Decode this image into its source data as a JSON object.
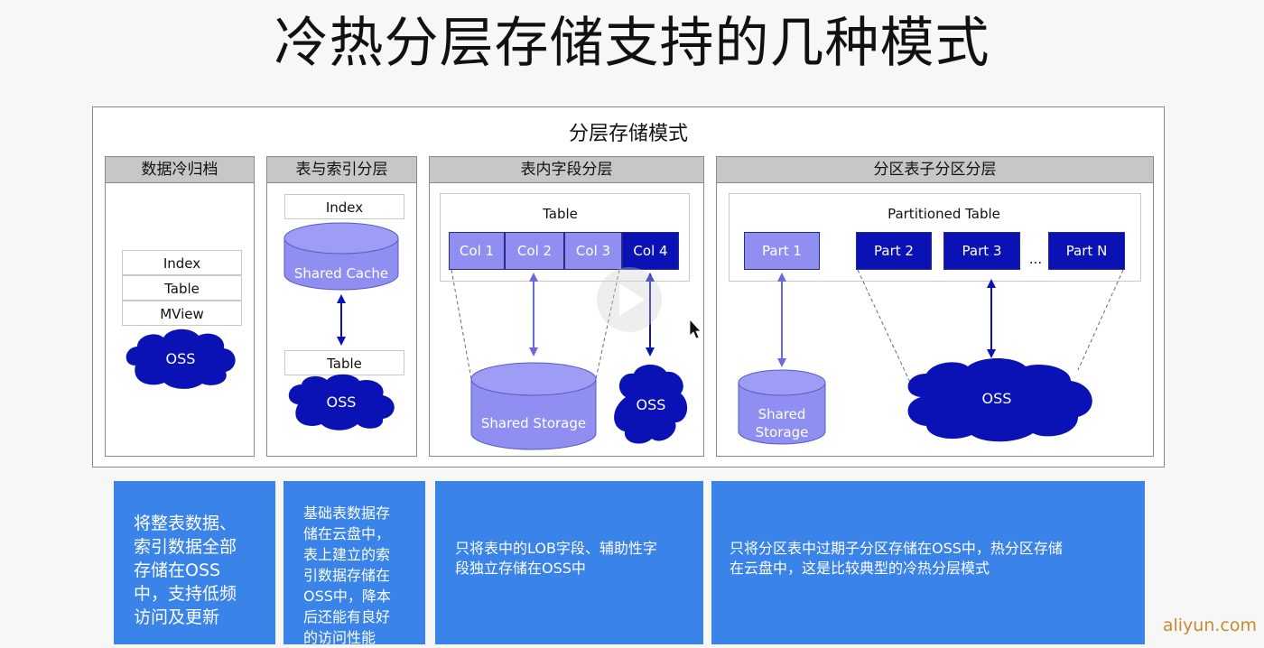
{
  "title": "冷热分层存储支持的几种模式",
  "diagram": {
    "title": "分层存储模式",
    "panels": [
      {
        "header": "数据冷归档",
        "stack": [
          "Index",
          "Table",
          "MView"
        ],
        "cloud_label": "OSS"
      },
      {
        "header": "表与索引分层",
        "index_label": "Index",
        "cache_label": "Shared Cache",
        "table_label": "Table",
        "cloud_label": "OSS"
      },
      {
        "header": "表内字段分层",
        "table_label": "Table",
        "cols": [
          "Col 1",
          "Col 2",
          "Col 3",
          "Col 4"
        ],
        "storage_label": "Shared Storage",
        "cloud_label": "OSS"
      },
      {
        "header": "分区表子分区分层",
        "table_label": "Partitioned Table",
        "parts": [
          "Part 1",
          "Part 2",
          "Part 3",
          "Part N"
        ],
        "ellipsis": "...",
        "storage_label_1": "Shared",
        "storage_label_2": "Storage",
        "cloud_label": "OSS"
      }
    ]
  },
  "descriptions": [
    [
      "将整表数据、",
      "索引数据全部",
      "存储在OSS",
      "中，支持低频",
      "访问及更新"
    ],
    [
      "基础表数据存",
      "储在云盘中，",
      "表上建立的索",
      "引数据存储在",
      "OSS中，降本",
      "后还能有良好",
      "的访问性能"
    ],
    [
      "只将表中的LOB字段、辅助性字",
      "段独立存储在OSS中"
    ],
    [
      "只将分区表中过期子分区存储在OSS中，热分区存储",
      "在云盘中，这是比较典型的冷热分层模式"
    ]
  ],
  "watermark": "aliyun.com",
  "colors": {
    "light_blue": "#8f8ff2",
    "dark_blue": "#0a12b5",
    "desc_blue": "#3a83e8",
    "panel_header": "#c7c7c7"
  },
  "icons": [
    "play-icon",
    "cursor-icon"
  ]
}
